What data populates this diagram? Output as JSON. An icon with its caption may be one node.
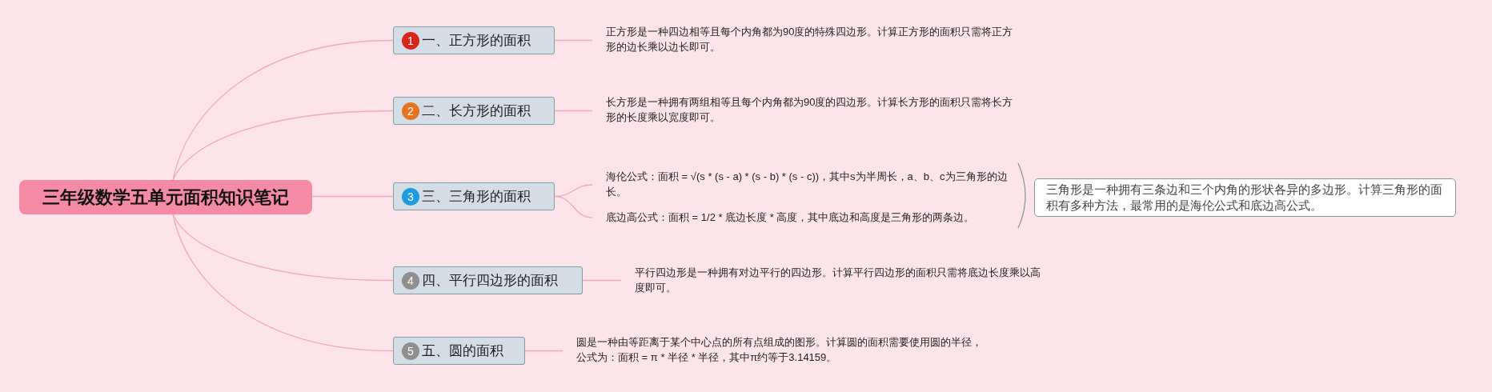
{
  "diagram": {
    "nodes": [
      {
        "text": [
          "三年级数学五单元面积知识笔记"
        ]
      },
      {
        "text": [
          "1",
          "一、正方形的面积"
        ]
      },
      {
        "text": [
          "正方形是一种四边相等且每个内角都为90度的特殊四边形。计算正方形的面积只需将正方形的边长乘以边长即可。"
        ]
      },
      {
        "text": [
          "2",
          "二、长方形的面积"
        ]
      },
      {
        "text": [
          "长方形是一种拥有两组相等且每个内角都为90度的四边形。计算长方形的面积只需将长方形的长度乘以宽度即可。"
        ]
      },
      {
        "text": [
          "3",
          "三、三角形的面积"
        ]
      },
      {
        "text": [
          "海伦公式：面积 = √(s * (s - a) * (s - b) * (s - c))，其中s为半周长，a、b、c为三角形的边长。"
        ]
      },
      {
        "text": [
          "底边高公式：面积 = 1/2 * 底边长度 * 高度，其中底边和高度是三角形的两条边。"
        ]
      },
      {
        "text": [
          "三角形是一种拥有三条边和三个内角的形状各异的多边形。计算三角形的面积有多种方法，最常用的是海伦公式和底边高公式。"
        ]
      },
      {
        "text": [
          "4",
          "四、平行四边形的面积"
        ]
      },
      {
        "text": [
          "平行四边形是一种拥有对边平行的四边形。计算平行四边形的面积只需将底边长度乘以高度即可。"
        ]
      },
      {
        "text": [
          "5",
          "五、圆的面积"
        ]
      },
      {
        "text": [
          "圆是一种由等距离于某个中心点的所有点组成的图形。计算圆的面积需要使用圆的半径，公式为：面积 = π * 半径 * 半径，其中π约等于3.14159。"
        ]
      }
    ],
    "edges": [
      {
        "from": 0,
        "to": 1,
        "arrow": "none"
      },
      {
        "from": 1,
        "to": 2,
        "arrow": "none"
      },
      {
        "from": 0,
        "to": 3,
        "arrow": "none"
      },
      {
        "from": 3,
        "to": 4,
        "arrow": "none"
      },
      {
        "from": 0,
        "to": 5,
        "arrow": "none"
      },
      {
        "from": 5,
        "to": 6,
        "arrow": "none"
      },
      {
        "from": 5,
        "to": 7,
        "arrow": "none"
      },
      {
        "from": 0,
        "to": 9,
        "arrow": "none"
      },
      {
        "from": 9,
        "to": 10,
        "arrow": "none"
      },
      {
        "from": 0,
        "to": 11,
        "arrow": "none"
      },
      {
        "from": 11,
        "to": 12,
        "arrow": "none"
      }
    ]
  }
}
